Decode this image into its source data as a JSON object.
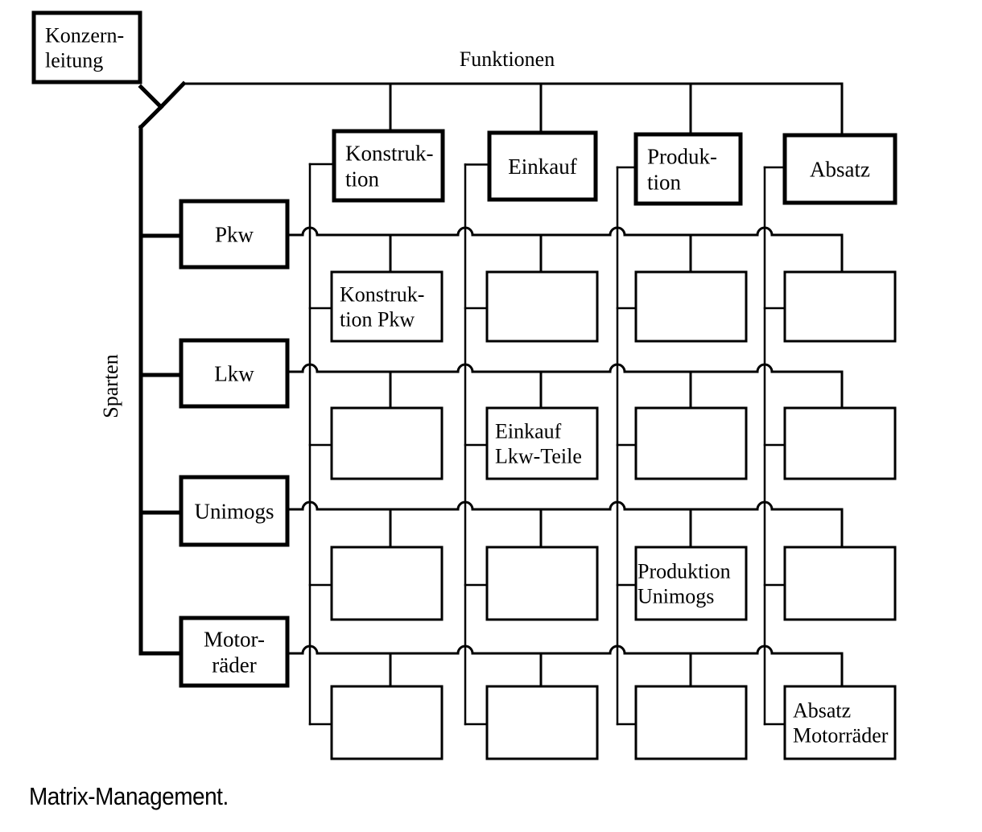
{
  "diagram": {
    "top": {
      "line1": "Konzern-",
      "line2": "leitung"
    },
    "functions_label": "Funktionen",
    "divisions_label": "Sparten",
    "functions": [
      {
        "line1": "Konstruk-",
        "line2": "tion"
      },
      {
        "line1": "Einkauf",
        "line2": ""
      },
      {
        "line1": "Produk-",
        "line2": "tion"
      },
      {
        "line1": "Absatz",
        "line2": ""
      }
    ],
    "divisions": [
      {
        "line1": "Pkw",
        "line2": ""
      },
      {
        "line1": "Lkw",
        "line2": ""
      },
      {
        "line1": "Unimogs",
        "line2": ""
      },
      {
        "line1": "Motor-",
        "line2": "räder"
      }
    ],
    "cells": [
      [
        {
          "line1": "Konstruk-",
          "line2": "tion Pkw"
        },
        {
          "line1": "",
          "line2": ""
        },
        {
          "line1": "",
          "line2": ""
        },
        {
          "line1": "",
          "line2": ""
        }
      ],
      [
        {
          "line1": "",
          "line2": ""
        },
        {
          "line1": "Einkauf",
          "line2": "Lkw-Teile"
        },
        {
          "line1": "",
          "line2": ""
        },
        {
          "line1": "",
          "line2": ""
        }
      ],
      [
        {
          "line1": "",
          "line2": ""
        },
        {
          "line1": "",
          "line2": ""
        },
        {
          "line1": "Produktion",
          "line2": "Unimogs"
        },
        {
          "line1": "",
          "line2": ""
        }
      ],
      [
        {
          "line1": "",
          "line2": ""
        },
        {
          "line1": "",
          "line2": ""
        },
        {
          "line1": "",
          "line2": ""
        },
        {
          "line1": "Absatz",
          "line2": "Motorräder"
        }
      ]
    ]
  },
  "caption": "Matrix-Management."
}
